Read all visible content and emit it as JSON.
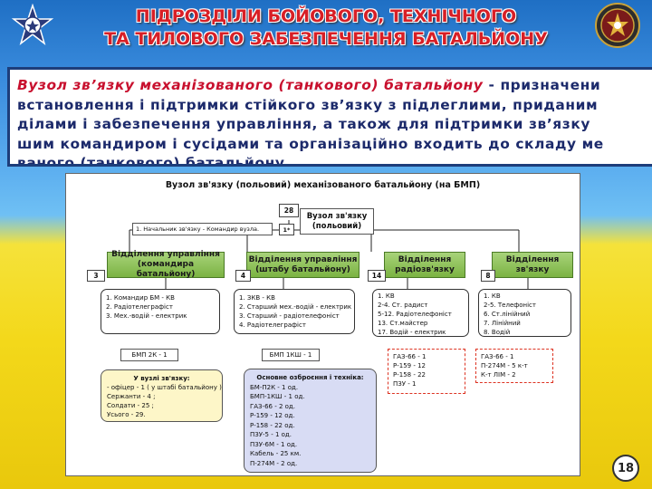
{
  "header": {
    "title_line1": "ПІДРОЗДІЛИ БОЙОВОГО, ТЕХНІЧНОГО",
    "title_line2": "ТА ТИЛОВОГО ЗАБЕЗПЕЧЕННЯ БАТАЛЬЙОНУ"
  },
  "definition": {
    "term": "Вузол зв’язку механізованого (танкового) батальйону",
    "line1_rest": " - призначени",
    "line2": "встановлення і підтримки стійкого зв’язку з підлеглими, приданим",
    "line3": "ділами і забезпечення управління, а також для підтримки зв’язку",
    "line4": "шим командиром і сусідами та організаційно входить до складу ме",
    "line5": "ваного (танкового) батальйону."
  },
  "diagram": {
    "title": "Вузол зв'язку (польовий) механізованого батальйону (на БМП)",
    "top_number": "28",
    "top_name": "Вузол зв'язку (польовий)",
    "top_sub_number": "1*",
    "top_note": "1. Начальник зв'язку - Командир вузла.",
    "sections": [
      {
        "label": "Відділення управління (командира батальйону)",
        "number": "3"
      },
      {
        "label": "Відділення управління (штабу батальйону)",
        "number": "4"
      },
      {
        "label": "Відділення радіозв'язку",
        "number": "14"
      },
      {
        "label": "Відділення зв'язку",
        "number": "8"
      }
    ],
    "lists": [
      [
        "1. Командир БМ - КВ",
        "2. Радіотелеграфіст",
        "3. Мех.-водій - електрик"
      ],
      [
        "1. ЗКВ - КВ",
        "2. Старший мех.-водій - електрик",
        "3. Старший - радіотелефоніст",
        "4. Радіотелеграфіст"
      ],
      [
        "1. КВ",
        "2-4. Ст. радист",
        "5-12. Радіотелефоніст",
        "13. Ст.майстер",
        "17. Водій - електрик"
      ],
      [
        "1. КВ",
        "2-5. Телефоніст",
        "6. Ст.лінійний",
        "7. Лінійний",
        "8. Водій"
      ]
    ],
    "vehicle_labels": [
      "БМП 2К - 1",
      "БМП 1КШ - 1"
    ],
    "radio_lists": [
      [
        "ГАЗ-66 - 1",
        "Р-159 - 12",
        "Р-158 - 22",
        "ПЗУ - 1"
      ],
      [
        "ГАЗ-66 - 1",
        "П-274М - 5 к-т",
        "К-т ЛІМ - 2"
      ]
    ],
    "totals": {
      "heading": "У вузлі зв'язку:",
      "lines": [
        "- офіцер - 1 ( у штабі батальйону )",
        "Сержанти - 4 ;",
        "Солдати - 25 ;",
        "Усього - 29."
      ]
    },
    "equipment": {
      "heading": "Основне озброєння і техніка:",
      "lines": [
        "БМ-П2К - 1 од.",
        "БМП-1КШ - 1 од.",
        "ГАЗ-66 - 2 од.",
        "Р-159 - 12 од.",
        "Р-158 - 22 од.",
        "ПЗУ-5 - 1 од.",
        "ПЗУ-6М - 1 од.",
        "Кабель - 25 км.",
        "П-274М - 2 од."
      ]
    }
  },
  "page": {
    "number": "18"
  }
}
